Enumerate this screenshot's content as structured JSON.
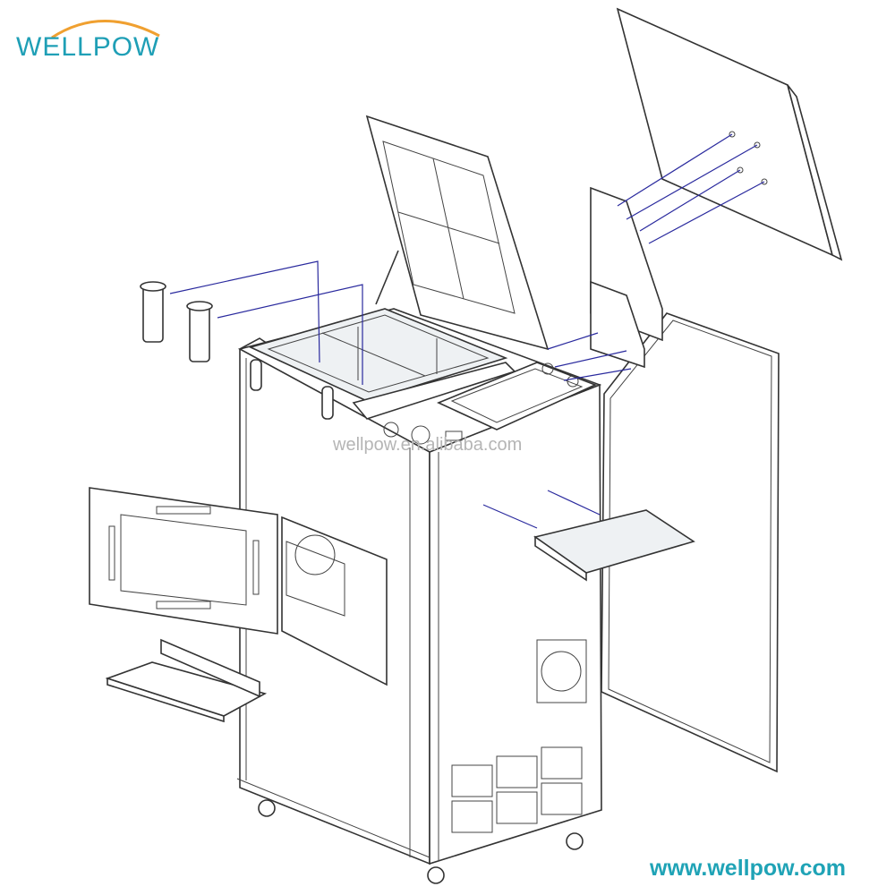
{
  "brand": {
    "logo_text": "WELLPOW",
    "logo_color": "#1f9fb6",
    "arc_color": "#f0a030"
  },
  "watermark": "wellpow.en.alibaba.com",
  "website": "www.wellpow.com",
  "accent_colors": {
    "leader_lines": "#2a2a9e",
    "outline": "#333333"
  }
}
